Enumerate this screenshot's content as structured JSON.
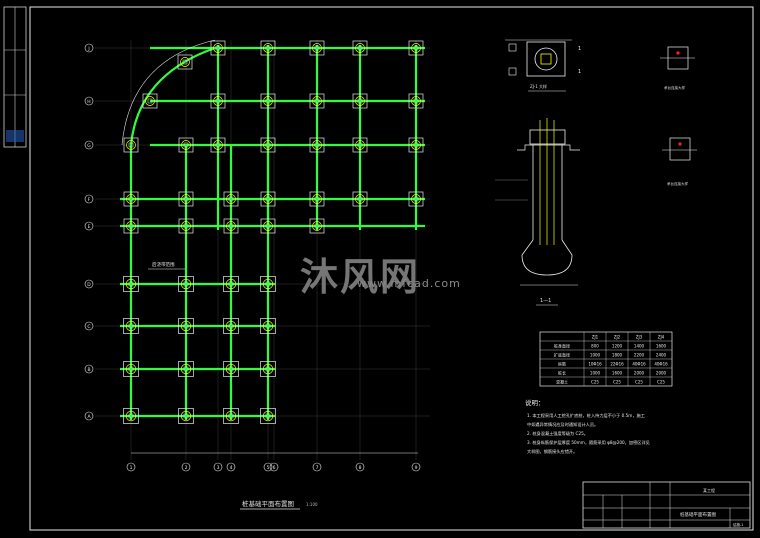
{
  "drawing": {
    "plan_title": "桩基础平面布置图",
    "plan_scale": "1:100",
    "notes_title": "说明：",
    "notes": [
      "1. 本工程采用人工挖孔扩底桩，桩入持力层不小于 0.5m，施工",
      "   中如遇异常情况应及时通知设计人员。",
      "2. 桩身混凝土强度等级为 C25。",
      "3. 桩身纵筋保护层厚度 50mm，箍筋采用 φ8@200，加密区详见",
      "   大样图，钢筋接头应错开。"
    ],
    "section_label": "1—1",
    "pile_detail_label": "ZJ-1 大样",
    "detail_top_label": "承台连接大样",
    "detail_bottom_label": "承台连接大样",
    "watermark_main": "沐风网",
    "watermark_sub": "www.mfcad.com",
    "row_axes": [
      "J",
      "H",
      "G",
      "F",
      "E",
      "D",
      "C",
      "B",
      "A"
    ],
    "col_axes": [
      "1",
      "2",
      "3",
      "4",
      "5",
      "6",
      "7",
      "8",
      "9"
    ],
    "inline_label": "后浇带范围",
    "table": {
      "headers": [
        "",
        "ZJ1",
        "ZJ2",
        "ZJ3",
        "ZJ4"
      ],
      "rows": [
        [
          "桩身直径",
          "800",
          "1200",
          "1400",
          "1600"
        ],
        [
          "扩底直径",
          "1000",
          "1800",
          "2200",
          "2400"
        ],
        [
          "纵筋",
          "10Φ16",
          "22Φ16",
          "40Φ16",
          "40Φ16"
        ],
        [
          "桩长",
          "1000",
          "1600",
          "2000",
          "2000"
        ],
        [
          "混凝土",
          "C25",
          "C25",
          "C25",
          "C25"
        ]
      ]
    },
    "title_block": {
      "project": "某工程",
      "drawing_name": "桩基础平面布置图",
      "drawing_no": "结施-1"
    }
  }
}
